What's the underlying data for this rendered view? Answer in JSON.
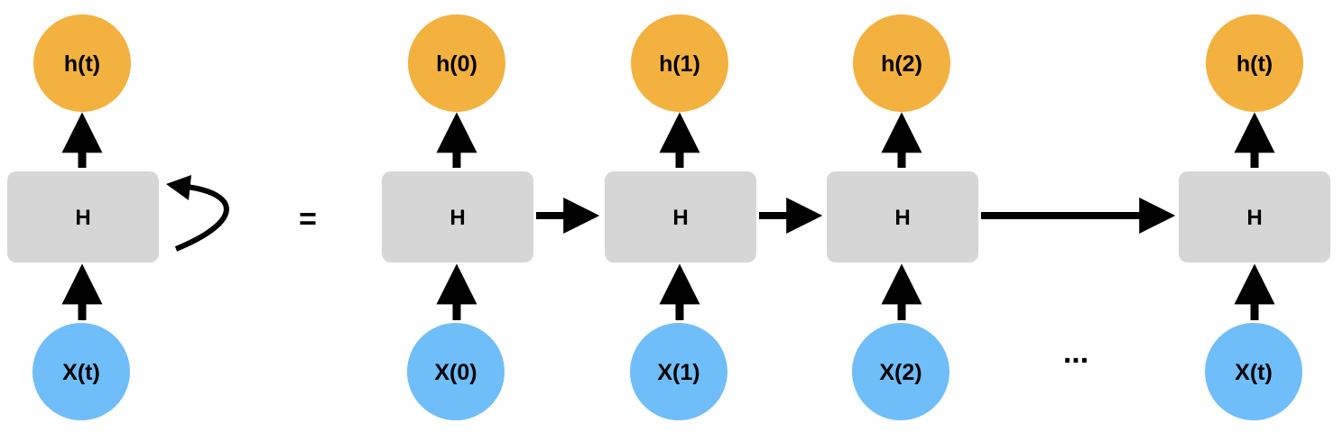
{
  "colors": {
    "hidden_state": "#f3b13f",
    "input": "#6fbdf9",
    "box": "#d6d6d6",
    "arrow": "#000000",
    "background": "#ffffff"
  },
  "folded": {
    "output_label": "h(t)",
    "cell_label": "H",
    "input_label": "X(t)"
  },
  "equals_label": "=",
  "ellipsis_label": "...",
  "unrolled": [
    {
      "output_label": "h(0)",
      "cell_label": "H",
      "input_label": "X(0)"
    },
    {
      "output_label": "h(1)",
      "cell_label": "H",
      "input_label": "X(1)"
    },
    {
      "output_label": "h(2)",
      "cell_label": "H",
      "input_label": "X(2)"
    },
    {
      "output_label": "h(t)",
      "cell_label": "H",
      "input_label": "X(t)"
    }
  ]
}
